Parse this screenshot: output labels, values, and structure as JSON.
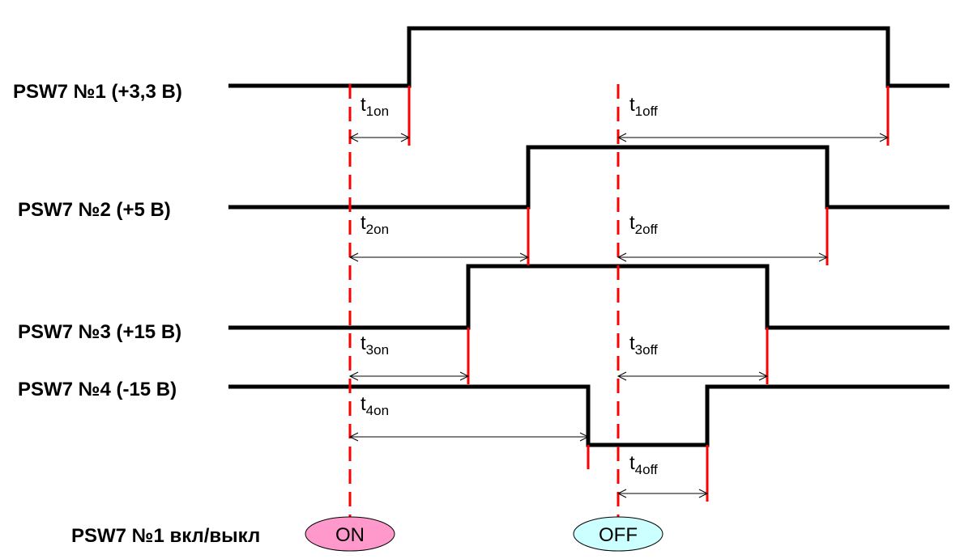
{
  "signals": [
    {
      "label": "PSW7 №1  (+3,3 В)",
      "on_sub": "1on",
      "off_sub": "1off"
    },
    {
      "label": "PSW7 №2  (+5 В)",
      "on_sub": "2on",
      "off_sub": "2off"
    },
    {
      "label": "PSW7 №3  (+15 В)",
      "on_sub": "3on",
      "off_sub": "3off"
    },
    {
      "label": "PSW7 №4  (-15 В)",
      "on_sub": "4on",
      "off_sub": "4off"
    }
  ],
  "time_symbol": "t",
  "control": {
    "label": "PSW7 №1 вкл/выкл",
    "on_button": "ON",
    "off_button": "OFF"
  },
  "colors": {
    "waveform": "#000000",
    "marker": "#ff0000",
    "on_fill": "#ff99cc",
    "off_fill": "#ccffff"
  }
}
